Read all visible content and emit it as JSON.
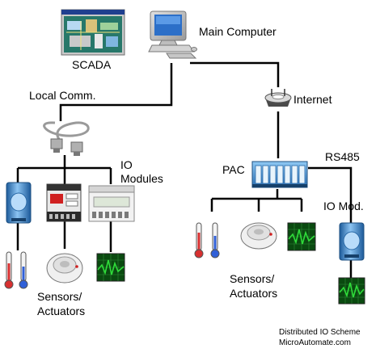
{
  "labels": {
    "scada": "SCADA",
    "main_computer": "Main Computer",
    "local_comm": "Local Comm.",
    "internet": "Internet",
    "io_modules_line1": "IO",
    "io_modules_line2": "Modules",
    "pac": "PAC",
    "rs485": "RS485",
    "io_mod": "IO Mod.",
    "sensors_left_line1": "Sensors/",
    "sensors_left_line2": "Actuators",
    "sensors_mid_line1": "Sensors/",
    "sensors_mid_line2": "Actuators",
    "caption_line1": "Distributed IO Scheme",
    "caption_line2": "MicroAutomate.com"
  },
  "colors": {
    "line": "#000000",
    "screen_green": "#0a7a14",
    "trace_green": "#2fdc3a",
    "io_blue": "#3f8fd0",
    "pac_blue": "#3c8fd4"
  },
  "icons": [
    "scada-screen-icon",
    "computer-icon",
    "serial-cable-icon",
    "router-icon",
    "io-module-icon",
    "pac-icon",
    "thermometer-icon",
    "smoke-detector-icon",
    "oscilloscope-icon"
  ]
}
